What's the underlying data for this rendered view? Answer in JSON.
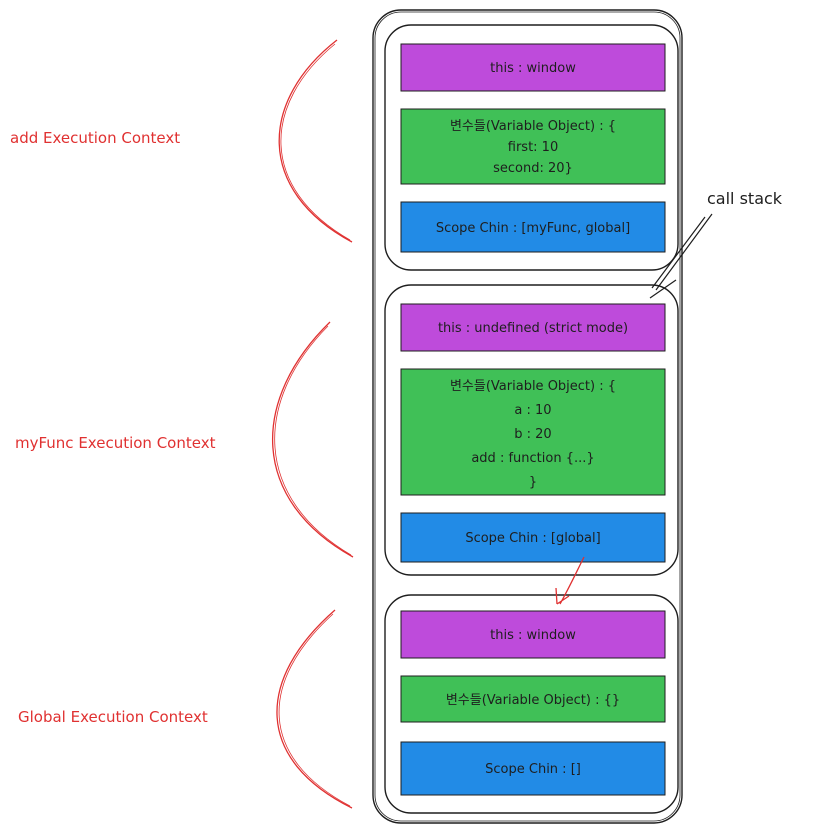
{
  "contexts": [
    {
      "name": "add Execution Context",
      "this": "this : window",
      "variable_object": [
        "변수들(Variable Object) : {",
        "first: 10",
        "second: 20}"
      ],
      "scope_chain": "Scope Chin : [myFunc, global]"
    },
    {
      "name": "myFunc Execution Context",
      "this": "this : undefined (strict mode)",
      "variable_object": [
        "변수들(Variable Object) : {",
        "a : 10",
        "b : 20",
        "add : function {...}",
        "}"
      ],
      "scope_chain": "Scope Chin : [global]"
    },
    {
      "name": "Global Execution Context",
      "this": "this : window",
      "variable_object": [
        "변수들(Variable Object) : {}"
      ],
      "scope_chain": "Scope Chin : []"
    }
  ],
  "call_stack_label": "call stack",
  "colors": {
    "this_box": "#be4bdb",
    "variable_box": "#40c057",
    "scope_box": "#228be6",
    "context_label": "#e03131",
    "stroke": "#1e1e1e"
  }
}
